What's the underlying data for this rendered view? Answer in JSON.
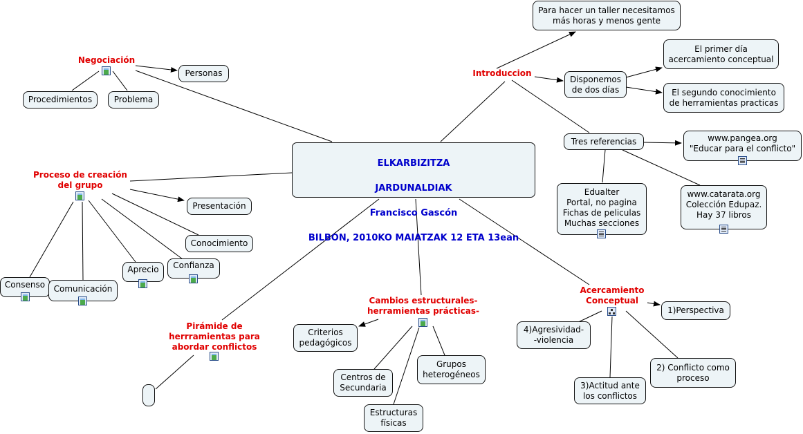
{
  "central": {
    "lines": [
      "ELKARBIZITZA",
      "JARDUNALDIAK",
      "Francisco Gascón",
      "BILBON, 2010KO MAIATZAK 12 ETA 13ean"
    ]
  },
  "labels": {
    "negociacion": "Negociación",
    "introduccion": "Introduccion",
    "proceso": "Proceso de creación\ndel grupo",
    "piramide": "Pirámide de\nherrramientas para\nabordar conflictos",
    "cambios": "Cambios estructurales-\nherramientas prácticas-",
    "acercamiento": "Acercamiento\nConceptual"
  },
  "nodes": {
    "taller": "Para hacer un taller necesitamos\nmás horas y menos gente",
    "personas": "Personas",
    "procedimientos": "Procedimientos",
    "problema": "Problema",
    "disponemos": "Disponemos\nde dos días",
    "primer_dia": "El primer día\nacercamiento conceptual",
    "segundo": "El segundo conocimiento\nde herramientas practicas",
    "tres_ref": "Tres referencias",
    "pangea": "www.pangea.org\n\"Educar para el conflicto\"",
    "edualter": "Edualter\nPortal, no pagina\nFichas de peliculas\nMuchas secciones",
    "catarata": "www.catarata.org\nColección Edupaz.\nHay 37 libros",
    "presentacion": "Presentación",
    "conocimiento": "Conocimiento",
    "confianza": "Confianza",
    "aprecio": "Aprecio",
    "consenso": "Consenso",
    "comunicacion": "Comunicación",
    "empty": "",
    "criterios": "Criterios\npedagógicos",
    "centros": "Centros de\nSecundaria",
    "estructuras": "Estructuras\nfísicas",
    "grupos": "Grupos\nheterogéneos",
    "perspectiva": "1)Perspectiva",
    "agresividad": "4)Agresividad-\n-violencia",
    "conflicto_proceso": "2) Conflicto como\nproceso",
    "actitud": "3)Actitud ante\nlos conflictos"
  },
  "icons": {
    "negociacion": "image-icon",
    "proceso": "image-icon",
    "piramide": "image-icon",
    "cambios": "image-icon",
    "acercamiento": "concept-map-icon",
    "pangea": "document-icon",
    "edualter": "document-icon",
    "catarata": "document-icon",
    "consenso": "image-icon",
    "comunicacion": "image-icon",
    "aprecio": "image-icon",
    "confianza": "image-icon"
  },
  "colors": {
    "node_fill": "#edf4f7",
    "label_red": "#e00000",
    "central_blue": "#0000cc"
  }
}
